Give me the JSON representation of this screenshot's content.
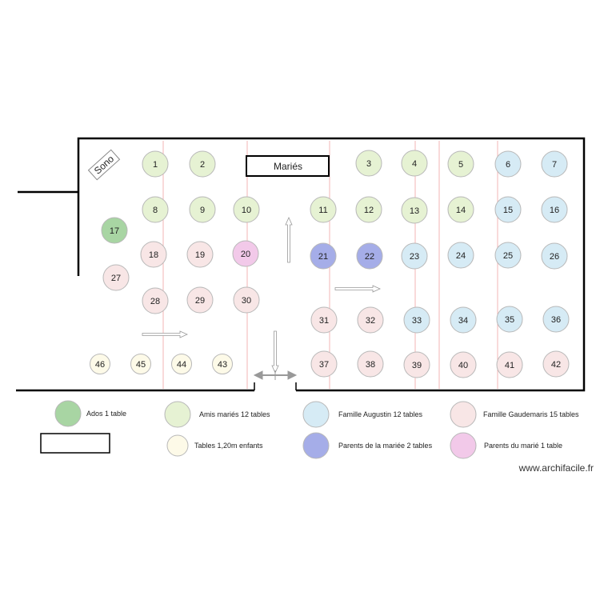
{
  "colors": {
    "ados": "#a8d5a3",
    "amis": "#e6f2d3",
    "augustin": "#d6ebf5",
    "gaudemaris": "#f8e6e6",
    "parents_mariee": "#a5ade8",
    "parents_marie": "#f2c9e9",
    "enfants": "#fdfae8",
    "wall": "#000000",
    "guide": "#f3b5b5",
    "arrow": "#aaaaaa"
  },
  "labels": {
    "sono": "Sono",
    "maries": "Mariés",
    "watermark": "www.archifacile.fr"
  },
  "legend": [
    {
      "key": "ados",
      "label": "Ados 1 table"
    },
    {
      "key": "amis",
      "label": "Amis mariés 12 tables"
    },
    {
      "key": "augustin",
      "label": "Famille Augustin 12 tables"
    },
    {
      "key": "gaudemaris",
      "label": "Famille Gaudemaris 15 tables"
    },
    {
      "key": "enfants",
      "label": "Tables 1,20m enfants"
    },
    {
      "key": "parents_mariee",
      "label": "Parents de la mariée 2 tables"
    },
    {
      "key": "parents_marie",
      "label": "Parents du marié 1 table"
    }
  ],
  "tables": [
    {
      "n": "1",
      "g": "amis"
    },
    {
      "n": "2",
      "g": "amis"
    },
    {
      "n": "3",
      "g": "amis"
    },
    {
      "n": "4",
      "g": "amis"
    },
    {
      "n": "5",
      "g": "amis"
    },
    {
      "n": "6",
      "g": "augustin"
    },
    {
      "n": "7",
      "g": "augustin"
    },
    {
      "n": "8",
      "g": "amis"
    },
    {
      "n": "9",
      "g": "amis"
    },
    {
      "n": "10",
      "g": "amis"
    },
    {
      "n": "11",
      "g": "amis"
    },
    {
      "n": "12",
      "g": "amis"
    },
    {
      "n": "13",
      "g": "amis"
    },
    {
      "n": "14",
      "g": "amis"
    },
    {
      "n": "15",
      "g": "augustin"
    },
    {
      "n": "16",
      "g": "augustin"
    },
    {
      "n": "17",
      "g": "ados"
    },
    {
      "n": "18",
      "g": "gaudemaris"
    },
    {
      "n": "19",
      "g": "gaudemaris"
    },
    {
      "n": "20",
      "g": "parents_marie"
    },
    {
      "n": "21",
      "g": "parents_mariee"
    },
    {
      "n": "22",
      "g": "parents_mariee"
    },
    {
      "n": "23",
      "g": "augustin"
    },
    {
      "n": "24",
      "g": "augustin"
    },
    {
      "n": "25",
      "g": "augustin"
    },
    {
      "n": "26",
      "g": "augustin"
    },
    {
      "n": "27",
      "g": "gaudemaris"
    },
    {
      "n": "28",
      "g": "gaudemaris"
    },
    {
      "n": "29",
      "g": "gaudemaris"
    },
    {
      "n": "30",
      "g": "gaudemaris"
    },
    {
      "n": "31",
      "g": "gaudemaris"
    },
    {
      "n": "32",
      "g": "gaudemaris"
    },
    {
      "n": "33",
      "g": "augustin"
    },
    {
      "n": "34",
      "g": "augustin"
    },
    {
      "n": "35",
      "g": "augustin"
    },
    {
      "n": "36",
      "g": "augustin"
    },
    {
      "n": "37",
      "g": "gaudemaris"
    },
    {
      "n": "38",
      "g": "gaudemaris"
    },
    {
      "n": "39",
      "g": "gaudemaris"
    },
    {
      "n": "40",
      "g": "gaudemaris"
    },
    {
      "n": "41",
      "g": "gaudemaris"
    },
    {
      "n": "42",
      "g": "gaudemaris"
    },
    {
      "n": "43",
      "g": "enfants"
    },
    {
      "n": "44",
      "g": "enfants"
    },
    {
      "n": "45",
      "g": "enfants"
    },
    {
      "n": "46",
      "g": "enfants"
    }
  ]
}
